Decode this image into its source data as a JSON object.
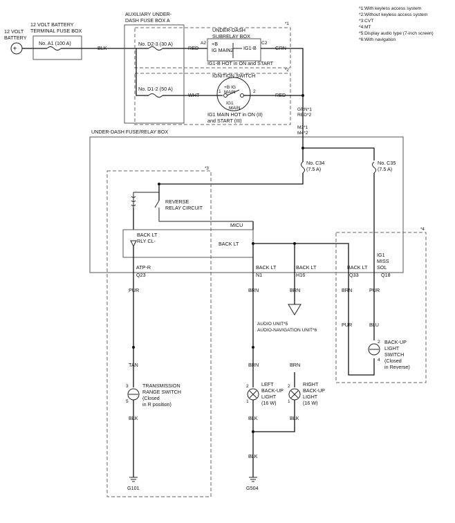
{
  "notes": [
    "*1:With keyless access system",
    "*2:Without keyless access system",
    "*3:CVT",
    "*4:MT",
    "*5:Display audio type (7-inch screen)",
    "*6:With navigation"
  ],
  "markers": {
    "m1": "*1",
    "m2": "*2",
    "m3": "*3",
    "m4": "*4"
  },
  "battery": {
    "label_1": "12 VOLT",
    "label_2": "BATTERY",
    "symbol": "+"
  },
  "battery_fuse_box": {
    "label_1": "12 VOLT BATTERY",
    "label_2": "TERMINAL FUSE BOX",
    "fuse_label": "No. A1 (100 A)"
  },
  "aux_fuse_box": {
    "label_1": "AUXILIARY UNDER-",
    "label_2": "DASH FUSE BOX A",
    "fuse_d23": "No. D2-3 (30 A)",
    "fuse_d12": "No. D1-2 (50 A)"
  },
  "subrelay": {
    "label_1": "UNDER-DASH",
    "label_2": "SUBRELAY BOX",
    "pin_a2": "A2",
    "pin_b": "+B",
    "relay_name": "IG MAIN2",
    "output": "IG1-B",
    "pin_c2": "C2",
    "note": "IG1-B HOT in ON and START"
  },
  "ignition": {
    "label": "IGNITION SWITCH",
    "pin_b": "+B IG",
    "main_1": "MAIN",
    "ig1": "IG1",
    "main_2": "MAIN",
    "pin_1": "1",
    "pin_2": "2",
    "note_1": "IG1 MAIN HOT in ON (II)",
    "note_2": "and START (III)"
  },
  "wires": {
    "blk_1": "BLK",
    "red_1": "RED",
    "grn_1": "GRN",
    "wht_1": "WHT",
    "red_2": "RED",
    "grn_note": "GRN*1",
    "red_note": "RED*2",
    "m2": "M2*1",
    "m4": "M4*2",
    "pur_1": "PUR",
    "tan": "TAN",
    "blk_2": "BLK",
    "brn_1": "BRN",
    "brn_2": "BRN",
    "brn_3": "BRN",
    "brn_4": "BRN",
    "blk_3": "BLK",
    "blk_4": "BLK",
    "blk_5": "BLK",
    "brn_5": "BRN",
    "pur_2": "PUR",
    "pur_3": "PUR",
    "blu": "BLU"
  },
  "udfrb": {
    "label": "UNDER-DASH FUSE/RELAY BOX",
    "fuse_c34": "No. C34",
    "fuse_c34_amp": "(7.5 A)",
    "fuse_c35": "No. C35",
    "fuse_c35_amp": "(7.5 A)"
  },
  "micu": {
    "label": "MICU",
    "relay_1": "REVERSE",
    "relay_2": "RELAY CIRCUIT",
    "back_lt_rly_1": "BACK LT",
    "back_lt_rly_2": "RLY CL-",
    "back_lt": "BACK LT"
  },
  "connectors": {
    "atp_r": "ATP-R",
    "q23": "Q23",
    "back_lt_1": "BACK LT",
    "n1": "N1",
    "back_lt_2": "BACK LT",
    "h16": "H16",
    "back_lt_3": "BACK LT",
    "q33": "Q33",
    "ig1": "IG1",
    "miss": "MISS",
    "sol": "SOL",
    "q18": "Q18"
  },
  "audio": {
    "unit": "AUDIO UNIT*5",
    "nav_unit": "AUDIO-NAVIGATION UNIT*6"
  },
  "trs": {
    "pin_3": "3",
    "pin_5": "5",
    "label_1": "TRANSMISSION",
    "label_2": "RANGE SWITCH",
    "label_3": "(Closed",
    "label_4": "in R position)"
  },
  "left_light": {
    "pin_2": "2",
    "pin_1": "1",
    "label_1": "LEFT",
    "label_2": "BACK-UP",
    "label_3": "LIGHT",
    "label_4": "(16 W)"
  },
  "right_light": {
    "pin_2": "2",
    "pin_1": "1",
    "label_1": "RIGHT",
    "label_2": "BACK-UP",
    "label_3": "LIGHT",
    "label_4": "(16 W)"
  },
  "bul_switch": {
    "pin_2": "2",
    "pin_4": "4",
    "label_1": "BACK-UP",
    "label_2": "LIGHT",
    "label_3": "SWITCH",
    "label_4": "(Closed",
    "label_5": "in Reverse)"
  },
  "grounds": {
    "g101": "G101",
    "g504": "G504"
  }
}
